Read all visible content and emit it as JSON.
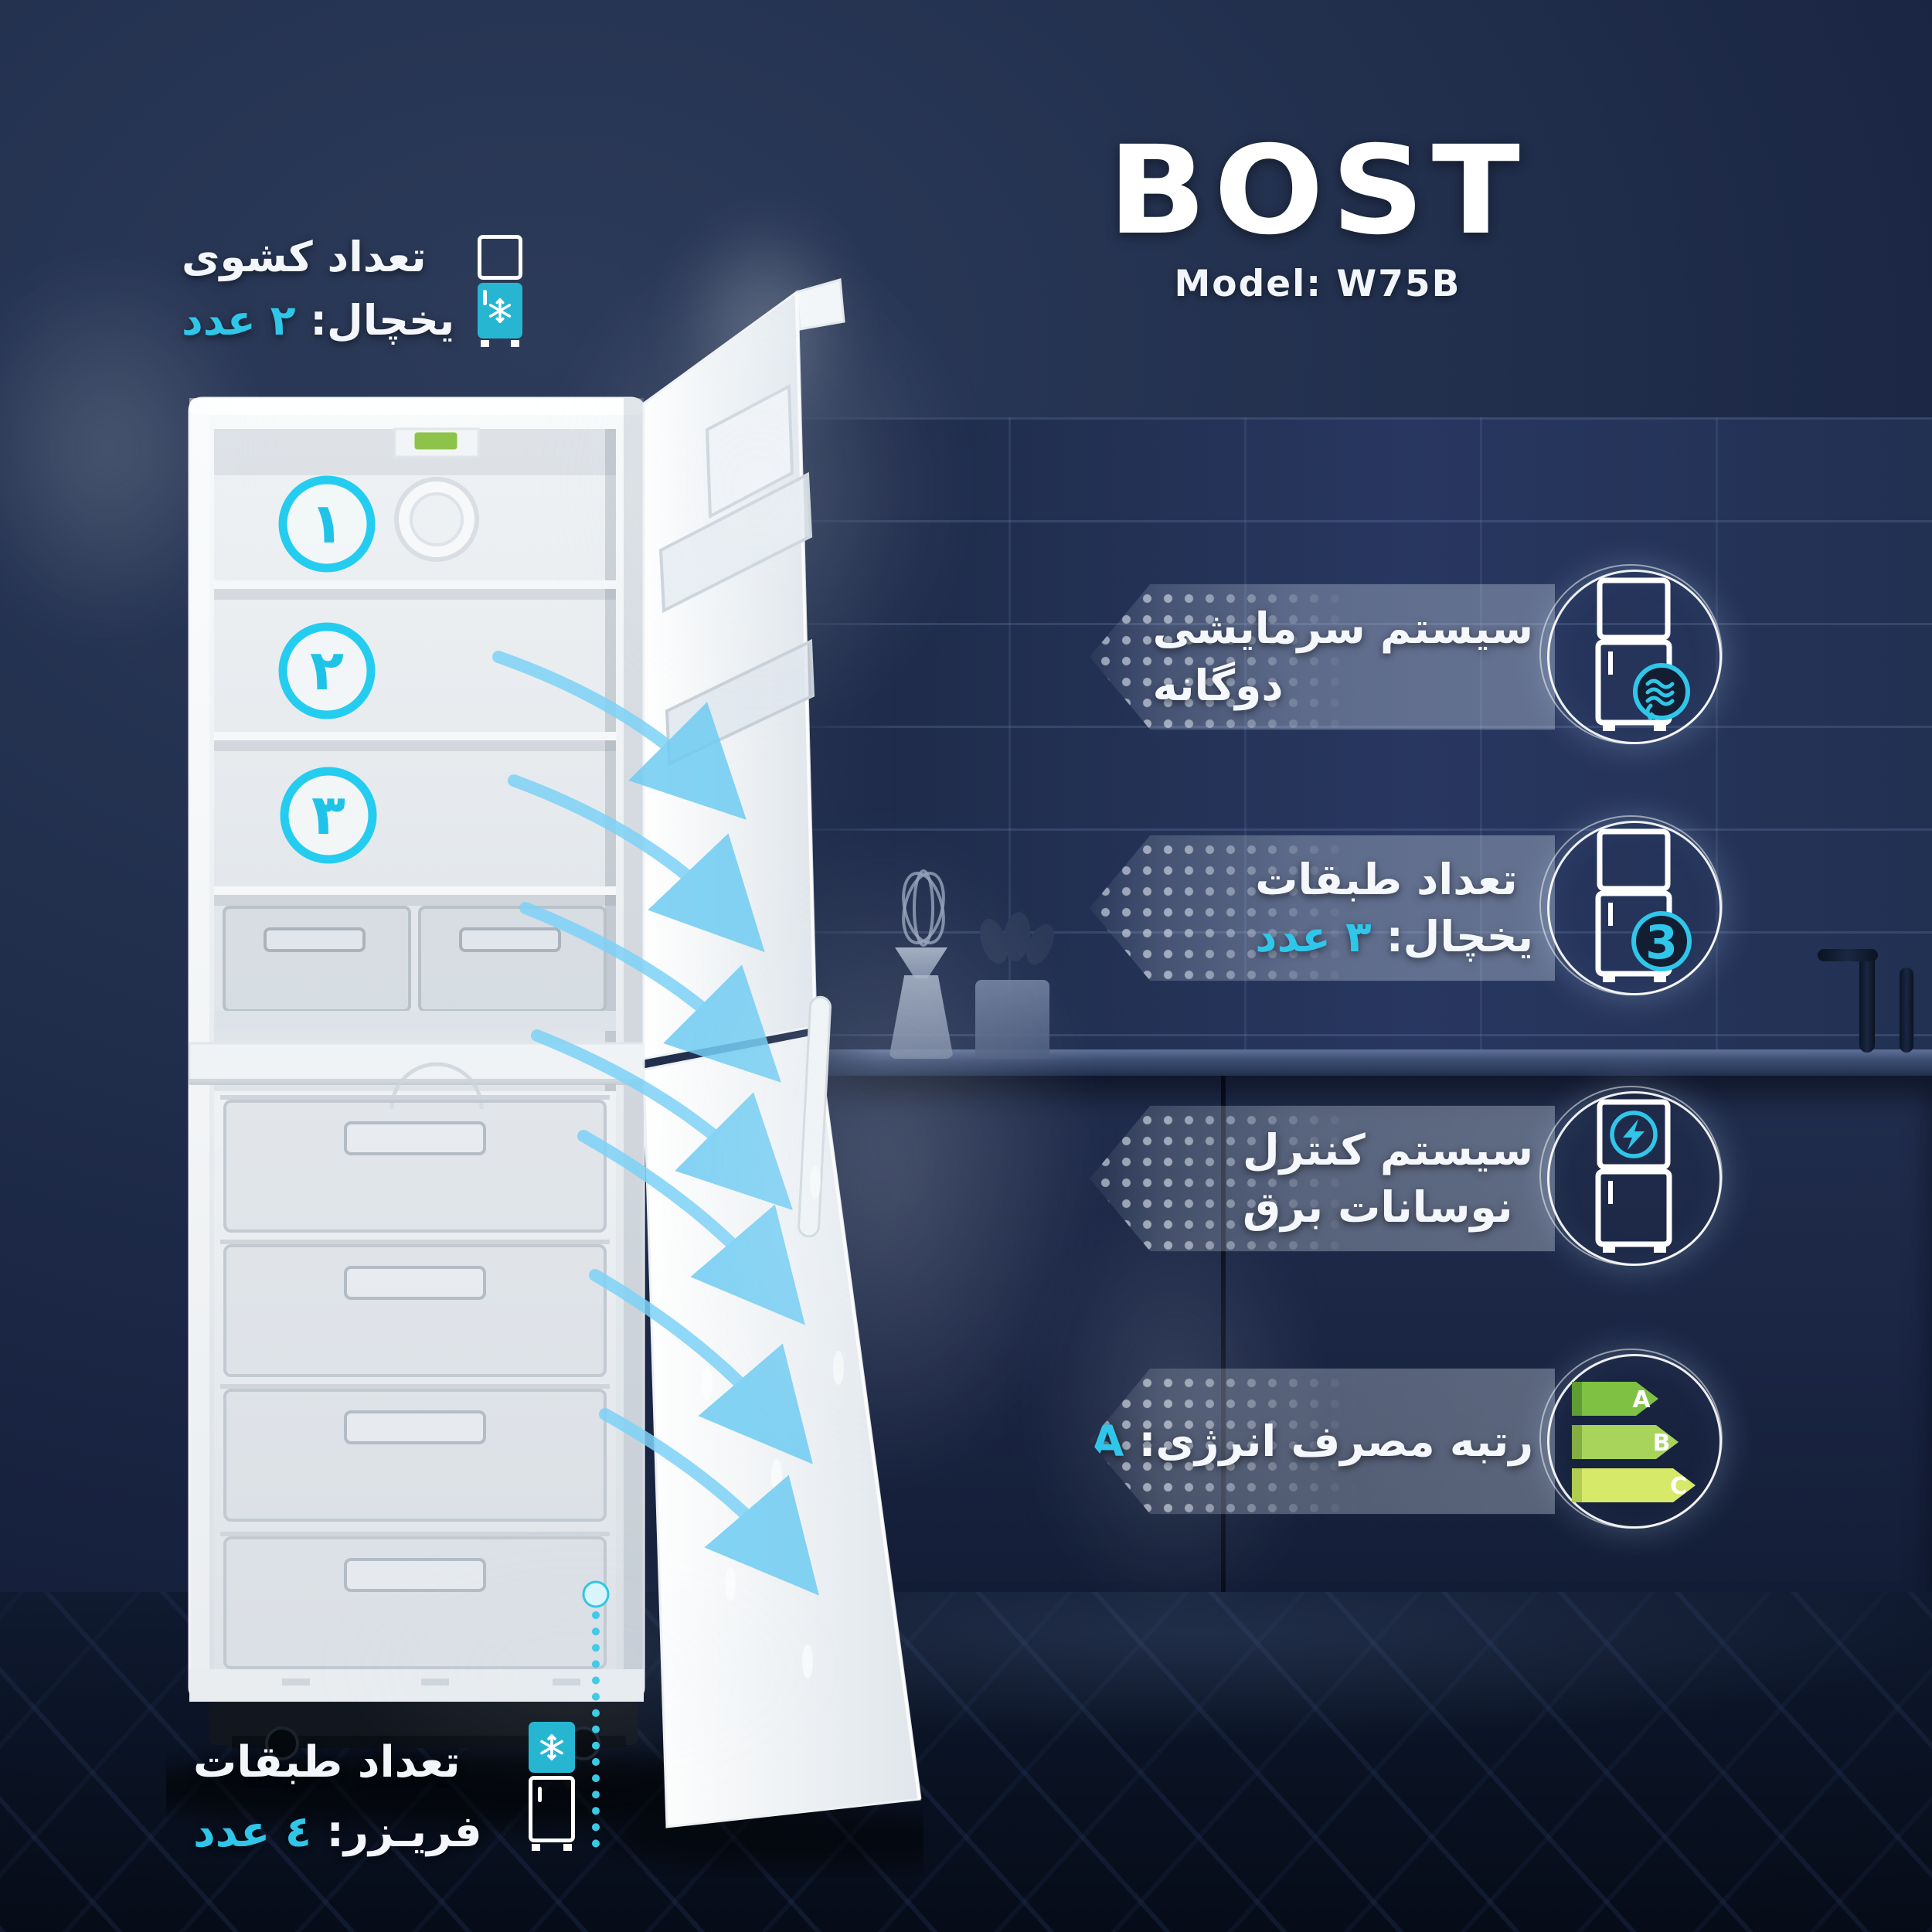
{
  "brand": {
    "logo": "BOST",
    "model": "Model: W75B"
  },
  "colors": {
    "accent": "#2fc6e9",
    "icon_teal": "#27b6d2",
    "energy_a": "#7fc143",
    "energy_b": "#a8d45c",
    "energy_c": "#d7e968",
    "background": "#17213a"
  },
  "callout_top": {
    "line1": "تعداد کشوی",
    "line2_label": "یخچال:",
    "line2_value": "۲ عدد"
  },
  "callout_bottom": {
    "line1": "تعداد طبقات",
    "line2_label": "فریـزر:",
    "line2_value": "٤ عدد"
  },
  "fridge": {
    "shelf_badges": [
      "۱",
      "۲",
      "۳"
    ]
  },
  "features": [
    {
      "id": "dual-cooling",
      "line1": "سیستم سرمایشی",
      "line2": "دوگانه",
      "icon": "fridge-airflow-icon"
    },
    {
      "id": "fridge-shelves",
      "line1": "تعداد طبقات",
      "line2_label": "یخچال:",
      "line2_value": "۳ عدد",
      "badge": "3",
      "icon": "fridge-count-icon"
    },
    {
      "id": "voltage-control",
      "line1": "سیستم کنترل",
      "line2": "نوسانات برق",
      "icon": "fridge-bolt-icon"
    },
    {
      "id": "energy-rating",
      "line1_label": "رتبه مصرف انرژی:",
      "line1_value": "A",
      "icon": "energy-label-icon",
      "letters": [
        "A",
        "B",
        "C"
      ]
    }
  ]
}
